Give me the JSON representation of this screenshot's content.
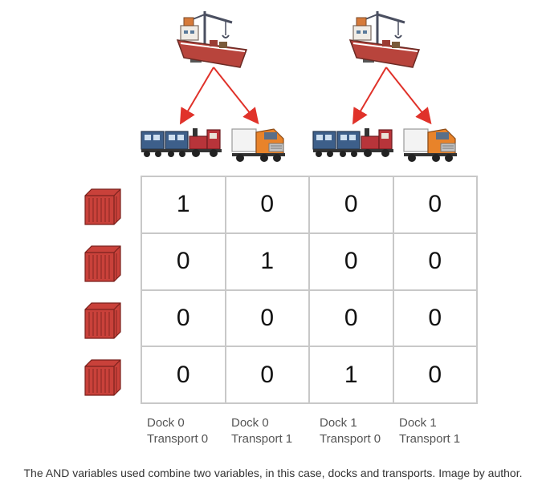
{
  "grid": {
    "rows": [
      [
        "1",
        "0",
        "0",
        "0"
      ],
      [
        "0",
        "1",
        "0",
        "0"
      ],
      [
        "0",
        "0",
        "0",
        "0"
      ],
      [
        "0",
        "0",
        "1",
        "0"
      ]
    ]
  },
  "columns": [
    {
      "dock": "Dock 0",
      "transport": "Transport 0"
    },
    {
      "dock": "Dock 0",
      "transport": "Transport 1"
    },
    {
      "dock": "Dock 1",
      "transport": "Transport 0"
    },
    {
      "dock": "Dock 1",
      "transport": "Transport 1"
    }
  ],
  "caption": "The AND variables used combine two variables, in this case, docks and transports. Image by author.",
  "icons": {
    "dock": "ship-crane-icon",
    "train": "train-icon",
    "truck": "truck-icon",
    "container": "shipping-container-icon"
  },
  "colors": {
    "arrow": "#e0322a",
    "container": "#c9413a",
    "grid": "#c8c8c8",
    "label": "#555555"
  }
}
